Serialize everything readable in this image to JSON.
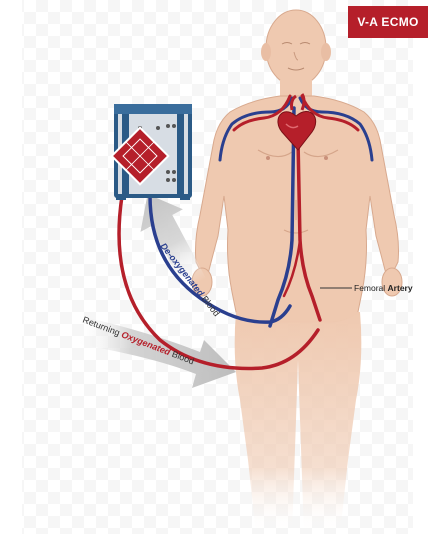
{
  "badge": {
    "label": "V-A ECMO"
  },
  "labels": {
    "deoxy_prefix": "De-oxygenated",
    "deoxy_suffix": " Blood",
    "return_prefix": "Returning ",
    "return_mid": "Oxygenated",
    "return_suffix": " Blood",
    "femoral_prefix": "Femoral ",
    "femoral_bold": "Artery"
  },
  "colors": {
    "skin": "#efc9b0",
    "skin_outline": "#d8a98e",
    "artery_red": "#b51f2a",
    "vein_blue": "#2a3f8f",
    "machine_blue": "#2b5a86",
    "arrow_grey": "#c9c9c9"
  },
  "icons": [
    "oxygenator-machine-icon",
    "heart-icon"
  ]
}
